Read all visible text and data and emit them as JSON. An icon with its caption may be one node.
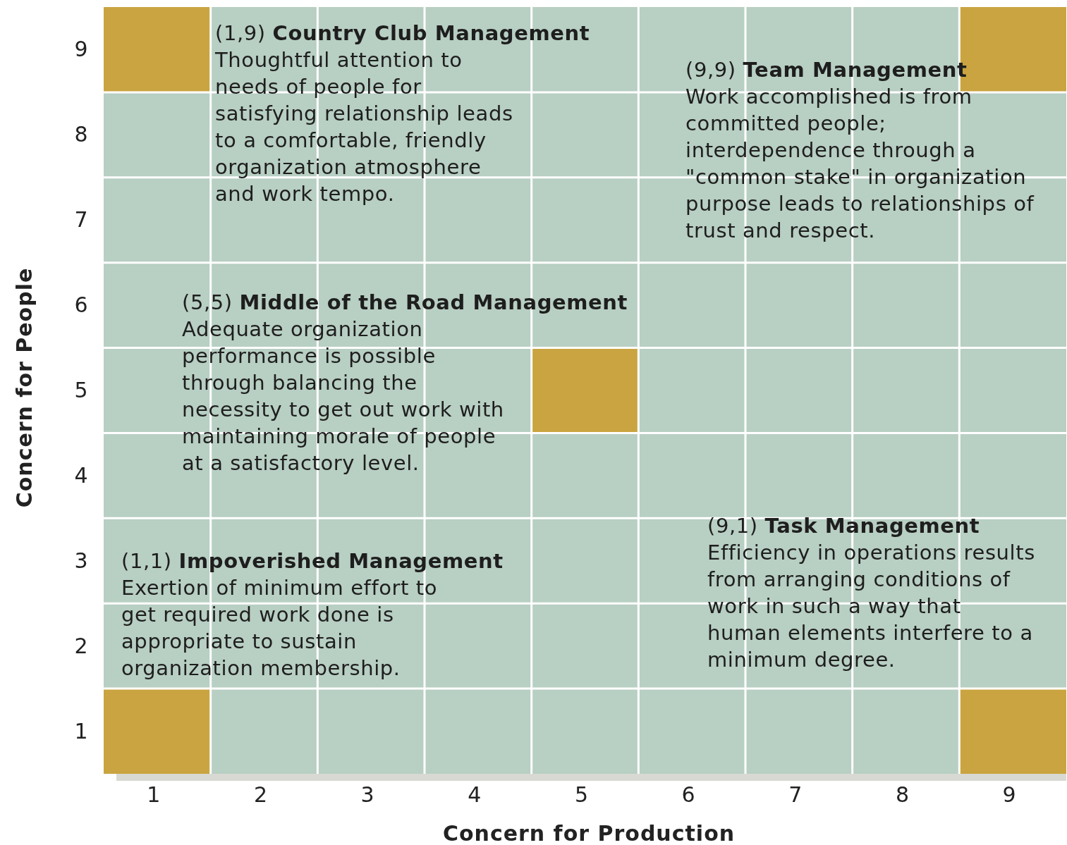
{
  "diagram": {
    "nodes": [
      {
        "text": [
          "(1,9) **Country Club Management**",
          "Thoughtful attention to needs of people for satisfying relationship leads to a comfortable, friendly organization atmosphere and work tempo."
        ]
      },
      {
        "text": [
          "(9,9) **Team Management**",
          "Work accomplished is from committed people; interdependence through a \"common stake\" in organization purpose leads to relationships of trust and respect."
        ]
      },
      {
        "text": [
          "(5,5) **Middle of the Road Management**",
          "Adequate organization performance is possible through balancing the necessity to get out work with maintaining morale of people at a satisfactory level."
        ]
      },
      {
        "text": [
          "(1,1) **Impoverished Management**",
          "Exertion of minimum effort to get required work done is appropriate to sustain organization membership."
        ]
      },
      {
        "text": [
          "(9,1) **Task Management**",
          "Efficiency in operations results from arranging conditions of work in such a way that human elements interfere to a minimum degree."
        ]
      },
      {
        "text": [],
        "shape": "box"
      },
      {
        "text": [],
        "shape": "box"
      },
      {
        "text": [],
        "shape": "box"
      },
      {
        "text": [],
        "shape": "box"
      },
      {
        "text": [],
        "shape": "box"
      }
    ],
    "labels": [
      "Concern for People",
      "9",
      "8",
      "7",
      "6",
      "5",
      "4",
      "3",
      "2",
      "1",
      "1",
      "2",
      "3",
      "4",
      "5",
      "6",
      "7",
      "8",
      "9",
      "Concern for Production"
    ]
  }
}
